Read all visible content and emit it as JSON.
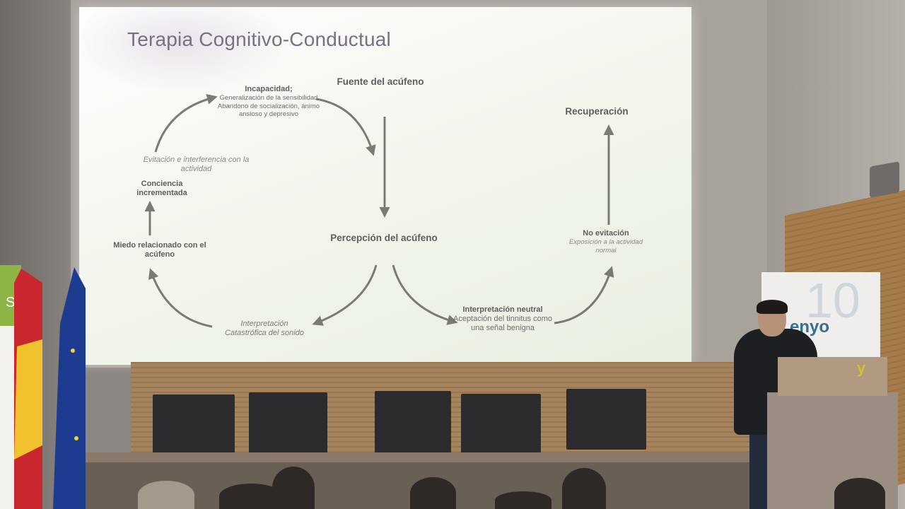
{
  "slide": {
    "title": "Terapia Cognitivo-Conductual",
    "nodes": {
      "incapacidad_title": "Incapacidad;",
      "incapacidad_desc": "Generalización de la sensibilidad Abandono de socialización, ánimo ansioso y depresivo",
      "fuente": "Fuente del acúfeno",
      "recuperacion": "Recuperación",
      "evitacion": "Evitación e interferencia con la actividad",
      "conciencia": "Conciencia incrementada",
      "percepcion": "Percepción del acúfeno",
      "no_evitacion_title": "No evitación",
      "no_evitacion_desc": "Exposición a la actividad normal",
      "miedo": "Miedo relacionado con el acúfeno",
      "catastrofica_1": "Interpretación",
      "catastrofica_2": "Catastrófica del sonido",
      "neutral_title": "Interpretación neutral",
      "neutral_desc": "Aceptación del tinnitus como una señal benigna"
    }
  },
  "banner": {
    "number": "10",
    "brand": "enyo"
  },
  "podium": {
    "logo": "y"
  },
  "left_banner": {
    "letter": "S"
  },
  "colors": {
    "arrow": "#7b7b76",
    "title": "#7a6f84"
  }
}
